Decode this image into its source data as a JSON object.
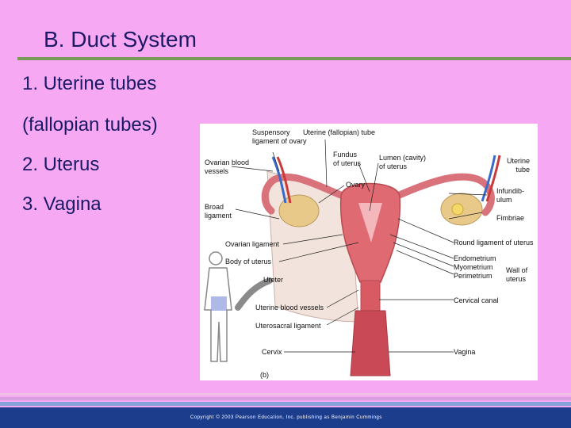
{
  "slide": {
    "title": "B.  Duct System",
    "items": [
      "1.  Uterine tubes",
      "(fallopian tubes)",
      "2.  Uterus",
      "3.  Vagina"
    ]
  },
  "figure": {
    "labels": {
      "suspensory": [
        "Suspensory",
        "ligament of ovary"
      ],
      "uterine_tube_top": "Uterine (fallopian) tube",
      "ovarian_vessels": [
        "Ovarian blood",
        "vessels"
      ],
      "fundus": [
        "Fundus",
        "of uterus"
      ],
      "lumen": [
        "Lumen (cavity)",
        "of uterus"
      ],
      "uterine_tube_right": [
        "Uterine",
        "tube"
      ],
      "ovary": "Ovary",
      "broad": [
        "Broad",
        "ligament"
      ],
      "infundibulum": [
        "Infundib-",
        "ulum"
      ],
      "fimbriae": "Fimbriae",
      "ovarian_ligament": "Ovarian ligament",
      "round_ligament": "Round ligament of uterus",
      "body": "Body of uterus",
      "endometrium": "Endometrium",
      "myometrium": "Myometrium",
      "perimetrium": "Perimetrium",
      "wall": [
        "Wall of",
        "uterus"
      ],
      "ureter": "Ureter",
      "cervical_canal": "Cervical canal",
      "uterine_vessels": "Uterine blood vessels",
      "uterosacral": "Uterosacral ligament",
      "cervix": "Cervix",
      "vagina": "Vagina",
      "panel": "(b)"
    }
  },
  "footer": {
    "copyright": "Copyright © 2003 Pearson Education, Inc. publishing as Benjamin Cummings"
  },
  "colors": {
    "background": "#f7a8f2",
    "title": "#1a1a66",
    "rule": "#7a9a5a",
    "footer": "#1c3c8c"
  }
}
